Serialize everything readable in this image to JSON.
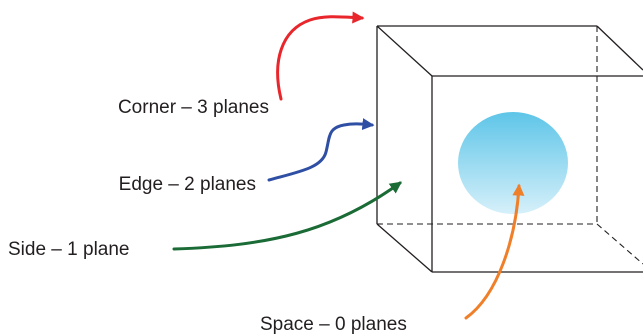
{
  "labels": {
    "corner": "Corner – 3 planes",
    "edge": "Edge – 2 planes",
    "side": "Side – 1 plane",
    "space": "Space – 0 planes"
  },
  "colors": {
    "corner_arrow": "#e8262b",
    "edge_arrow": "#2e4fa3",
    "side_arrow": "#1a6b35",
    "space_arrow": "#f07f2a",
    "sphere_top": "#5ec5e8",
    "sphere_bottom": "#d6f0fa",
    "cube_edges": "#231f20"
  }
}
